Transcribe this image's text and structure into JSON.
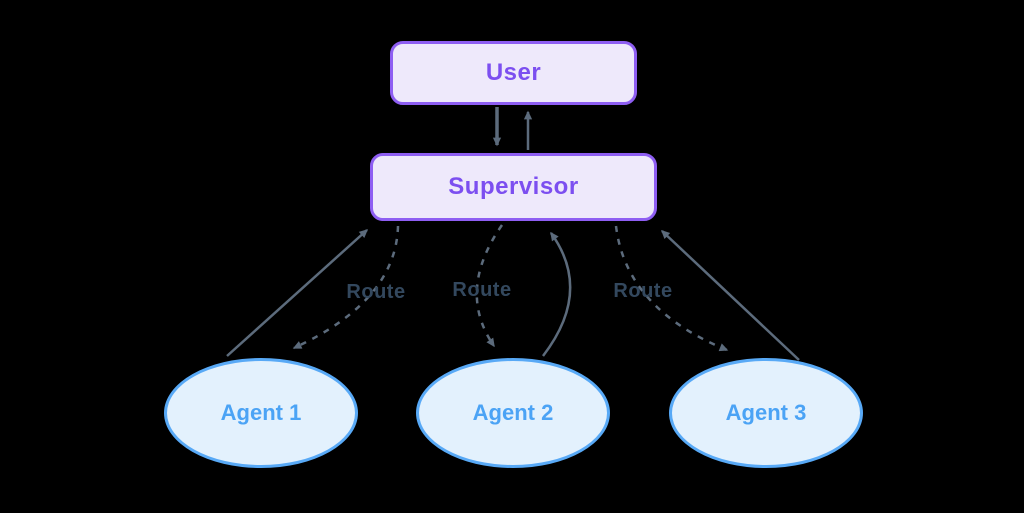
{
  "diagram": {
    "nodes": {
      "user": {
        "label": "User"
      },
      "supervisor": {
        "label": "Supervisor"
      },
      "agents": [
        {
          "label": "Agent 1"
        },
        {
          "label": "Agent 2"
        },
        {
          "label": "Agent 3"
        }
      ]
    },
    "edges": {
      "route_labels": [
        {
          "text": "Route"
        },
        {
          "text": "Route"
        },
        {
          "text": "Route"
        }
      ]
    },
    "colors": {
      "background": "#000000",
      "node_fill_purple": "#EEE9FB",
      "node_border_purple": "#8E5EF2",
      "node_text_purple": "#7C4FF0",
      "agent_fill_blue": "#E3F1FD",
      "agent_border_blue": "#58A9F6",
      "agent_text_blue": "#4BA3F5",
      "arrow_gray": "#5C6B7C",
      "route_label_slate": "#33485E"
    }
  }
}
